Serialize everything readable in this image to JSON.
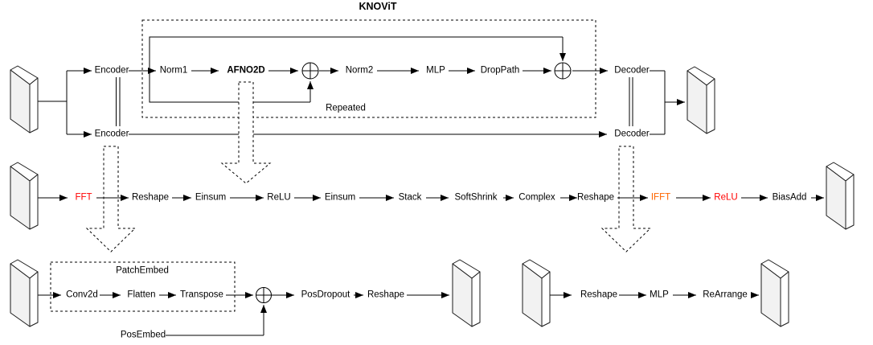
{
  "diagram": {
    "title": "KNOViT",
    "knovit": {
      "encoder_top": "Encoder",
      "encoder_bottom": "Encoder",
      "norm1": "Norm1",
      "afno2d": "AFNO2D",
      "norm2": "Norm2",
      "mlp": "MLP",
      "droppath": "DropPath",
      "repeated": "Repeated",
      "decoder_top": "Decoder",
      "decoder_bottom": "Decoder"
    },
    "afno_detail": {
      "fft": "FFT",
      "reshape_in": "Reshape",
      "einsum1": "Einsum",
      "relu_mid": "ReLU",
      "einsum2": "Einsum",
      "stack": "Stack",
      "softshrink": "SoftShrink",
      "complex": "Complex",
      "reshape_out": "Reshape",
      "ifft": "IFFT",
      "relu_out": "ReLU",
      "biasadd": "BiasAdd"
    },
    "patch_embed": {
      "box_label": "PatchEmbed",
      "conv2d": "Conv2d",
      "flatten": "Flatten",
      "transpose": "Transpose",
      "posdropout": "PosDropout",
      "reshape": "Reshape",
      "posembed": "PosEmbed"
    },
    "decoder_detail": {
      "reshape": "Reshape",
      "mlp": "MLP",
      "rearrange": "ReArrange"
    },
    "colors": {
      "fft_red": "#ff0000",
      "ifft_orange": "#ff6600",
      "relu_red": "#ff0000",
      "slab_fill": "#f2f2f2",
      "line_black": "#000000"
    }
  }
}
